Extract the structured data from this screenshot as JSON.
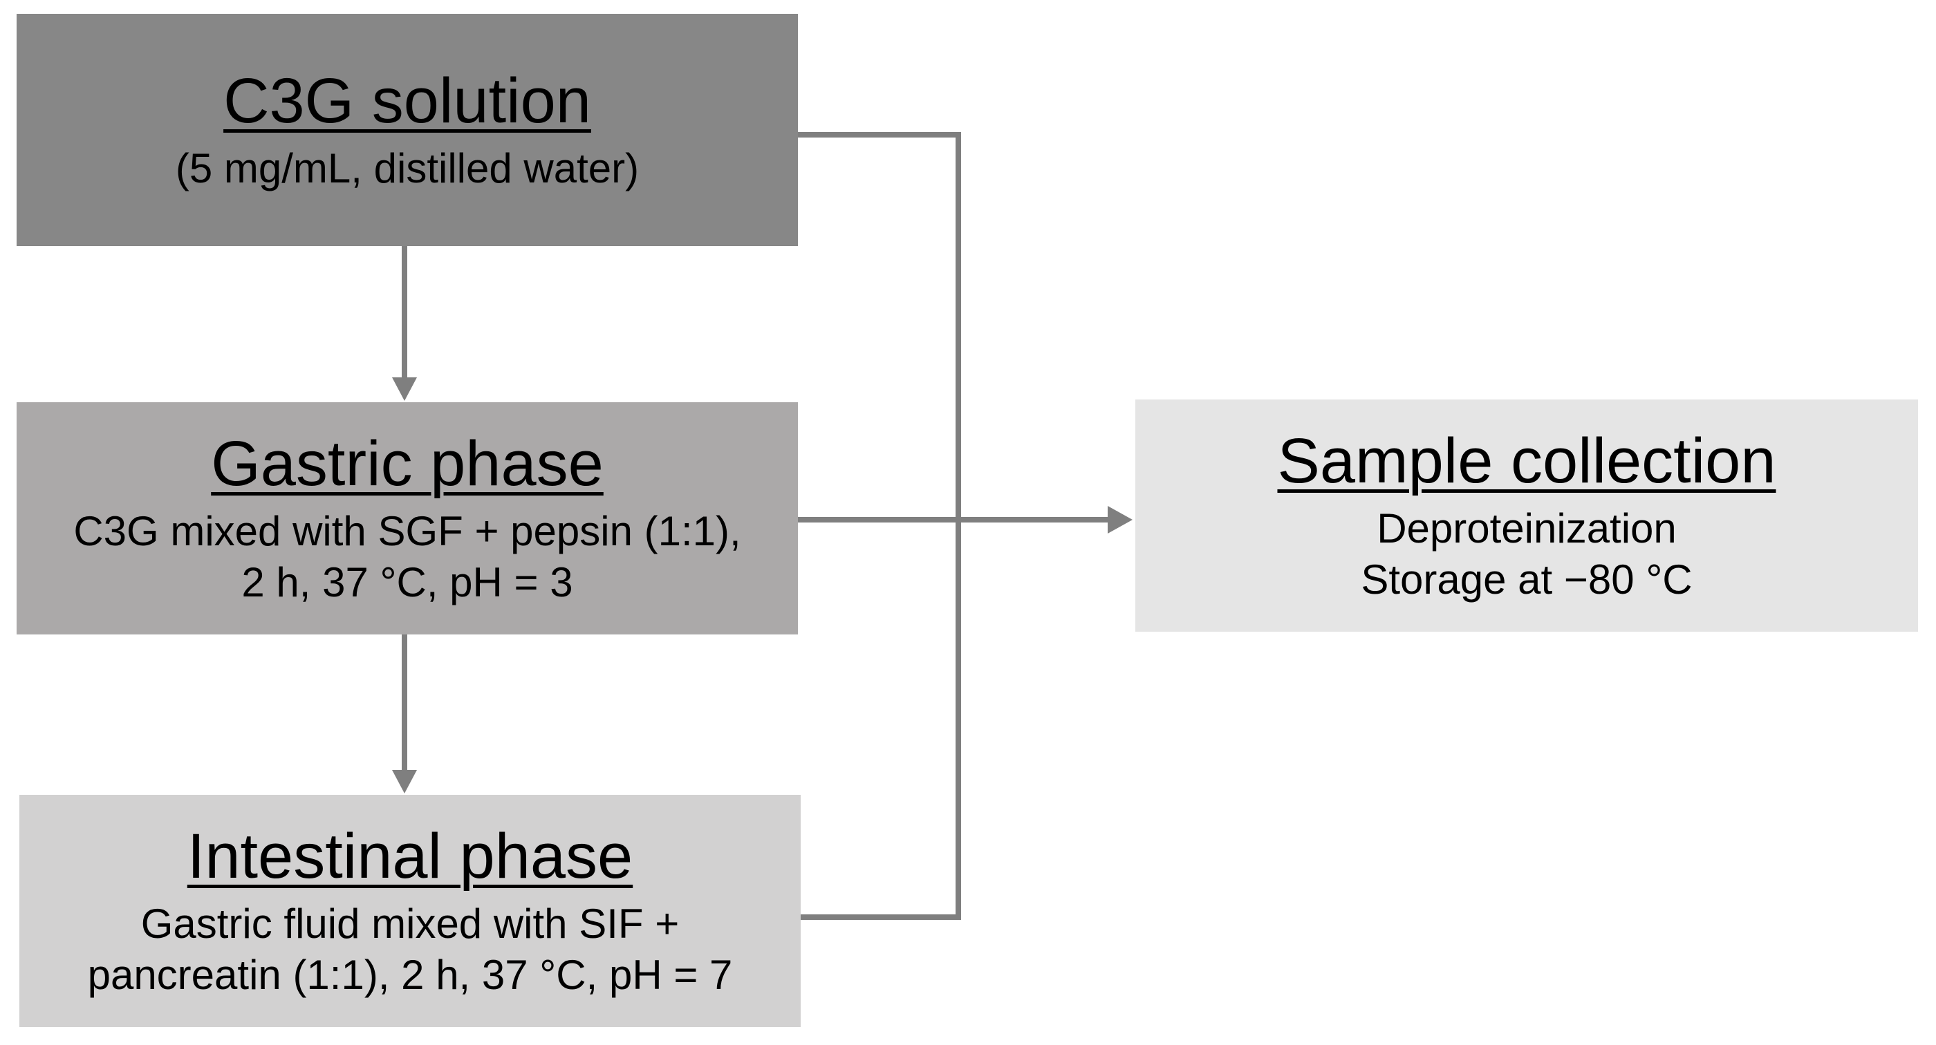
{
  "colors": {
    "c3g_fill": "#878787",
    "gastric_fill": "#aba9a9",
    "intestinal_fill": "#d2d1d1",
    "sample_fill": "#e5e5e5",
    "connector": "#7f7f7f"
  },
  "nodes": {
    "c3g": {
      "title": "C3G solution",
      "lines": [
        "(5 mg/mL, distilled water)"
      ]
    },
    "gastric": {
      "title": "Gastric phase",
      "lines": [
        "C3G mixed with SGF + pepsin (1:1),",
        "2 h, 37 °C, pH = 3"
      ]
    },
    "intestinal": {
      "title": "Intestinal phase",
      "lines": [
        "Gastric fluid mixed with SIF +",
        "pancreatin (1:1), 2 h, 37 °C, pH = 7"
      ]
    },
    "sample": {
      "title": "Sample collection",
      "lines": [
        "Deproteinization",
        "Storage at −80 °C"
      ]
    }
  },
  "edges": [
    {
      "from": "c3g",
      "to": "gastric"
    },
    {
      "from": "gastric",
      "to": "intestinal"
    },
    {
      "from": "c3g",
      "to": "sample"
    },
    {
      "from": "gastric",
      "to": "sample"
    },
    {
      "from": "intestinal",
      "to": "sample"
    }
  ]
}
